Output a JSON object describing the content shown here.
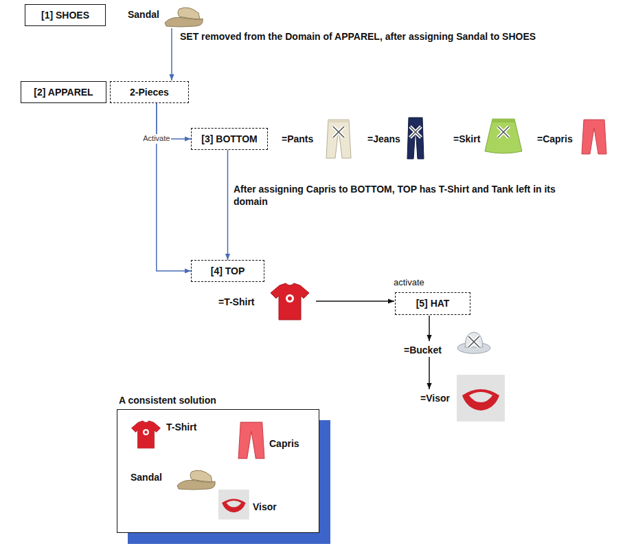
{
  "diagram": {
    "nodes": [
      {
        "text": [
          "[1] SHOES"
        ]
      },
      {
        "text": [
          "[2] APPAREL"
        ]
      },
      {
        "text": [
          "2-Pieces"
        ]
      },
      {
        "text": [
          "[3] BOTTOM"
        ]
      },
      {
        "text": [
          "[4] TOP"
        ]
      },
      {
        "text": [
          "[5] HAT"
        ]
      },
      {
        "text": [
          "A consistent solution"
        ]
      }
    ],
    "edges": [
      {
        "from": 2,
        "to": 3,
        "arrow": "to",
        "label": "Activate"
      },
      {
        "from": 2,
        "to": 4,
        "arrow": "to"
      },
      {
        "from": 3,
        "to": 4,
        "arrow": "to"
      }
    ],
    "labels": [
      "Sandal",
      "SET removed from the Domain of APPAREL, after assigning Sandal to SHOES",
      "=Pants",
      "=Jeans",
      "=Skirt",
      "=Capris",
      "After assigning Capris to BOTTOM, TOP has T-Shirt and Tank left in its domain",
      "=T-Shirt",
      "activate",
      "=Bucket",
      "=Visor",
      "T-Shirt",
      "Capris",
      "Sandal",
      "Visor"
    ]
  }
}
